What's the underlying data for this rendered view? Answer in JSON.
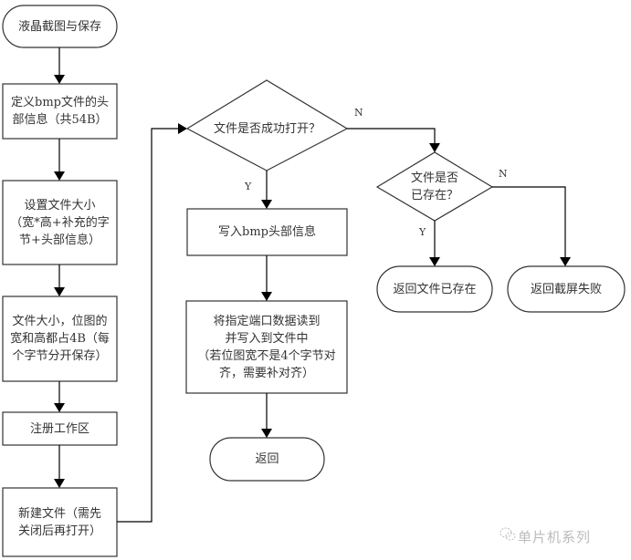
{
  "diagram": {
    "nodes": {
      "start": "液晶截图与保存",
      "define_header": [
        "定义bmp文件的头",
        "部信息（共54B）"
      ],
      "set_size": [
        "设置文件大小",
        "（宽*高+补充的字",
        "节+头部信息）"
      ],
      "size_info": [
        "文件大小，位图的",
        "宽和高都占4B（每",
        "个字节分开保存）"
      ],
      "register": "注册工作区",
      "new_file": [
        "新建文件（需先",
        "关闭后再打开）"
      ],
      "decision_open": "文件是否成功打开？",
      "write_header": "写入bmp头部信息",
      "write_data": [
        "将指定端口数据读到",
        "并写入到文件中",
        "（若位图宽不是4个字节对",
        "齐，需要补对齐）"
      ],
      "return": "返回",
      "decision_exists": [
        "文件是否",
        "已存在？"
      ],
      "return_exists": "返回文件已存在",
      "return_fail": "返回截屏失败"
    },
    "edge_labels": {
      "open_no": "N",
      "open_yes": "Y",
      "exists_yes": "Y",
      "exists_no": "N"
    }
  },
  "watermark": {
    "icon": "wechat-icon",
    "text": "单片机系列"
  }
}
